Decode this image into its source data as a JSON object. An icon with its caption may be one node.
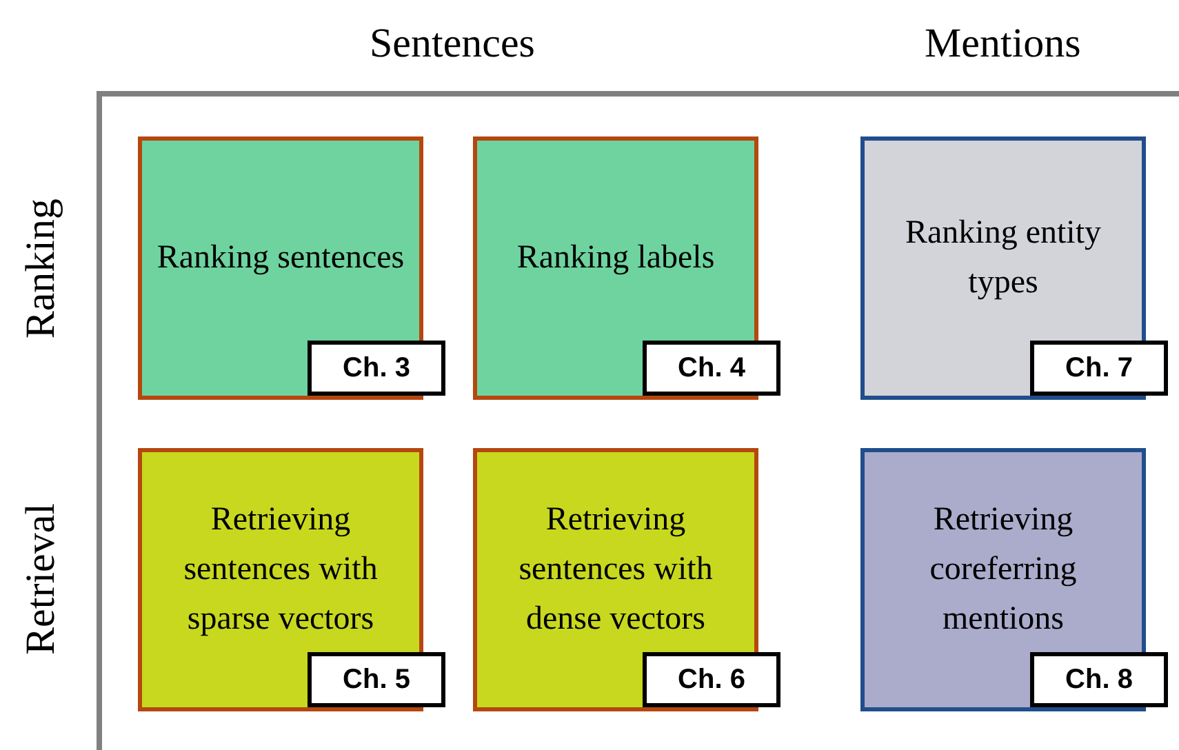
{
  "diagram": {
    "nodes": [
      {
        "text": [
          "Ranking sentences"
        ]
      },
      {
        "text": [
          "Ch. 3"
        ],
        "in": 0
      },
      {
        "text": [
          "Ranking labels"
        ]
      },
      {
        "text": [
          "Ch. 4"
        ],
        "in": 2
      },
      {
        "text": [
          "Ranking entity types"
        ]
      },
      {
        "text": [
          "Ch. 7"
        ],
        "in": 4
      },
      {
        "text": [
          "Retrieving sentences with sparse vectors"
        ]
      },
      {
        "text": [
          "Ch. 5"
        ],
        "in": 6
      },
      {
        "text": [
          "Retrieving sentences with dense vectors"
        ]
      },
      {
        "text": [
          "Ch. 6"
        ],
        "in": 8
      },
      {
        "text": [
          "Retrieving coreferring mentions"
        ]
      },
      {
        "text": [
          "Ch. 8"
        ],
        "in": 10
      }
    ],
    "labels": [
      "Sentences",
      "Mentions",
      "Ranking",
      "Retrieval"
    ]
  }
}
